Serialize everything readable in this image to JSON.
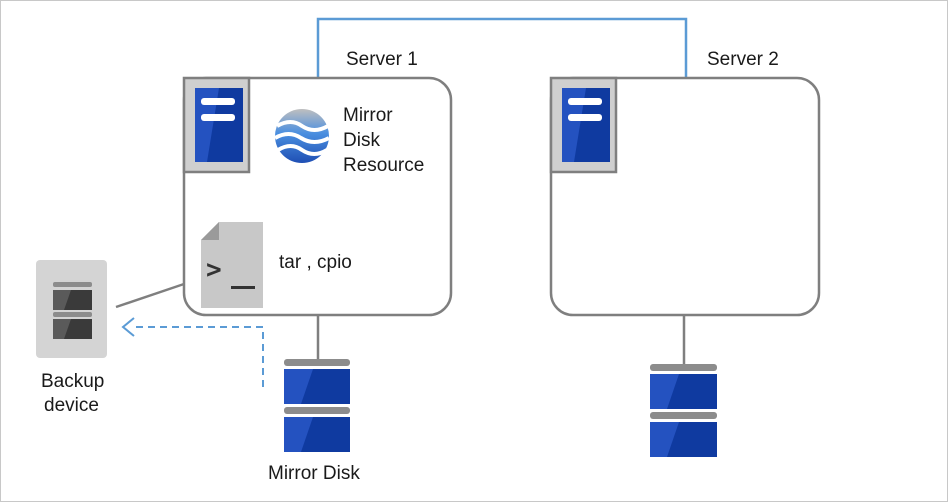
{
  "server1": {
    "label": "Server 1"
  },
  "server2": {
    "label": "Server 2"
  },
  "mirror_resource": {
    "line1": "Mirror",
    "line2": "Disk",
    "line3": "Resource",
    "icon": "mirror-disk-resource-icon"
  },
  "command": {
    "text": "tar , cpio",
    "icon": "terminal-script-icon"
  },
  "backup_device": {
    "line1": "Backup",
    "line2": "device",
    "icon": "backup-device-icon"
  },
  "mirror_disk": {
    "label": "Mirror Disk",
    "icon": "disk-icon"
  },
  "colors": {
    "interconnect": "#5b9bd5",
    "server_border": "#7f7f7f",
    "disk_blue": "#1f4fb4",
    "disk_gray": "#8c8c8c",
    "backup_flow": "#5b9bd5"
  }
}
